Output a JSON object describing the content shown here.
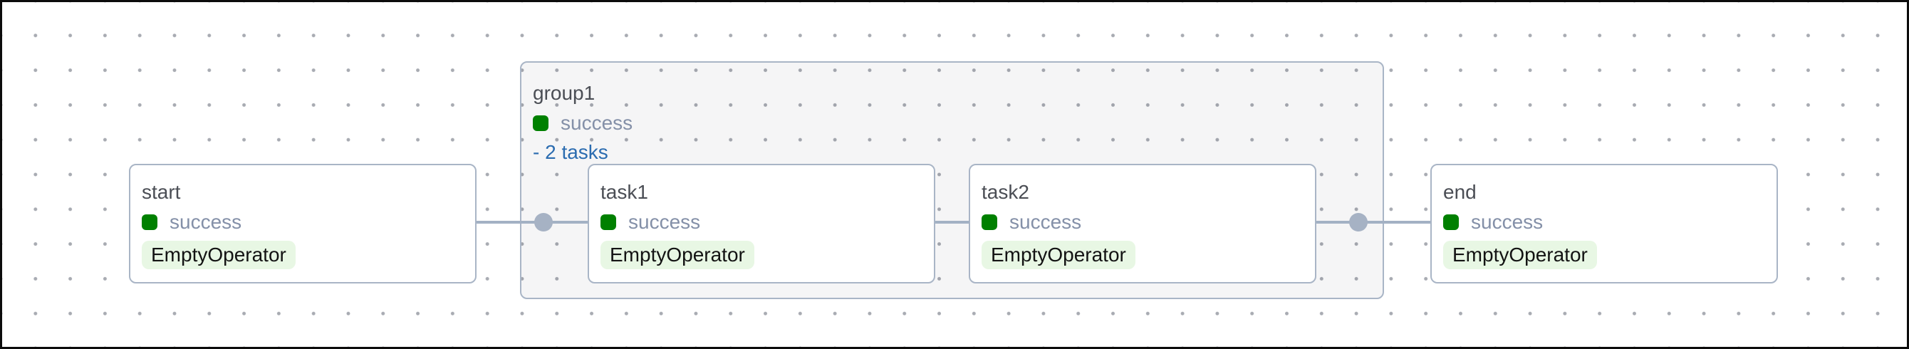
{
  "canvas": {
    "name": "dag-graph-view"
  },
  "group": {
    "title": "group1",
    "status_label": "success",
    "expand_label": "- 2 tasks"
  },
  "nodes": [
    {
      "title": "start",
      "status_label": "success",
      "operator_label": "EmptyOperator"
    },
    {
      "title": "task1",
      "status_label": "success",
      "operator_label": "EmptyOperator"
    },
    {
      "title": "task2",
      "status_label": "success",
      "operator_label": "EmptyOperator"
    },
    {
      "title": "end",
      "status_label": "success",
      "operator_label": "EmptyOperator"
    }
  ],
  "icons": {
    "status_square": "success-status-square",
    "junction_dot": "edge-junction-dot"
  },
  "colors": {
    "success_green": "#008000",
    "operator_badge_bg": "#e8f7e4",
    "link_blue": "#2b6cb0",
    "edge_gray": "#a3b1c4",
    "node_border": "#a9b5c6",
    "group_bg": "#f3f4f5",
    "title_text": "#4b4e55",
    "status_text": "#8490a8",
    "grid_dot": "#a8abb2"
  }
}
